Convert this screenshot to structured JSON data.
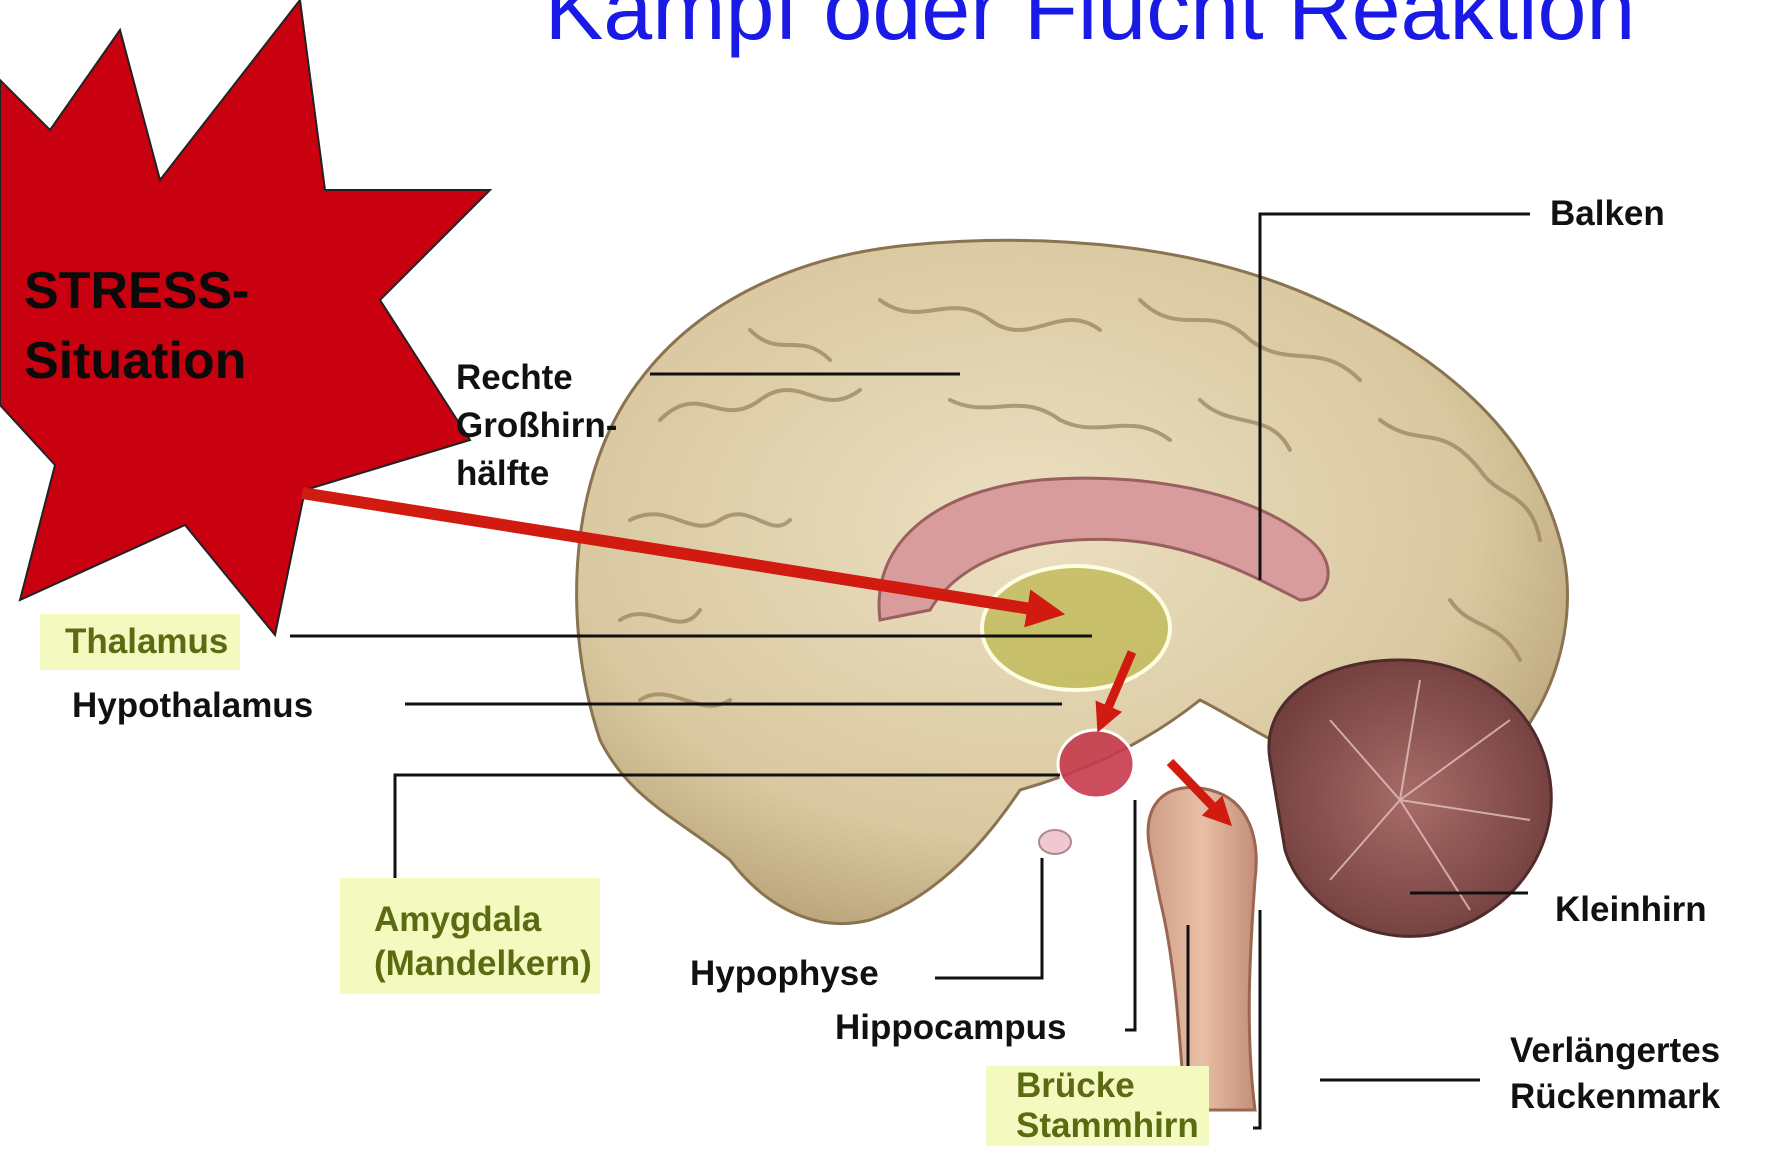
{
  "title": "Kampf oder Flucht Reaktion",
  "stress": {
    "line1": "STRESS-",
    "line2": "Situation"
  },
  "labels": {
    "balken": "Balken",
    "grosshirn": [
      "Rechte",
      "Großhirn-",
      "hälfte"
    ],
    "thalamus": "Thalamus",
    "hypothalamus": "Hypothalamus",
    "amygdala": [
      "Amygdala",
      "(Mandelkern)"
    ],
    "hypophyse": "Hypophyse",
    "hippocampus": "Hippocampus",
    "bruecke": [
      "Brücke",
      "Stammhirn"
    ],
    "kleinhirn": "Kleinhirn",
    "rueckenmark": [
      "Verlängertes",
      "Rückenmark"
    ]
  },
  "colors": {
    "title": "#1a1ae6",
    "stress_fill": "#c8000f",
    "arrow": "#d21b10",
    "highlight_bg": "#f4f9bf",
    "highlight_text": "#5b6b12"
  }
}
